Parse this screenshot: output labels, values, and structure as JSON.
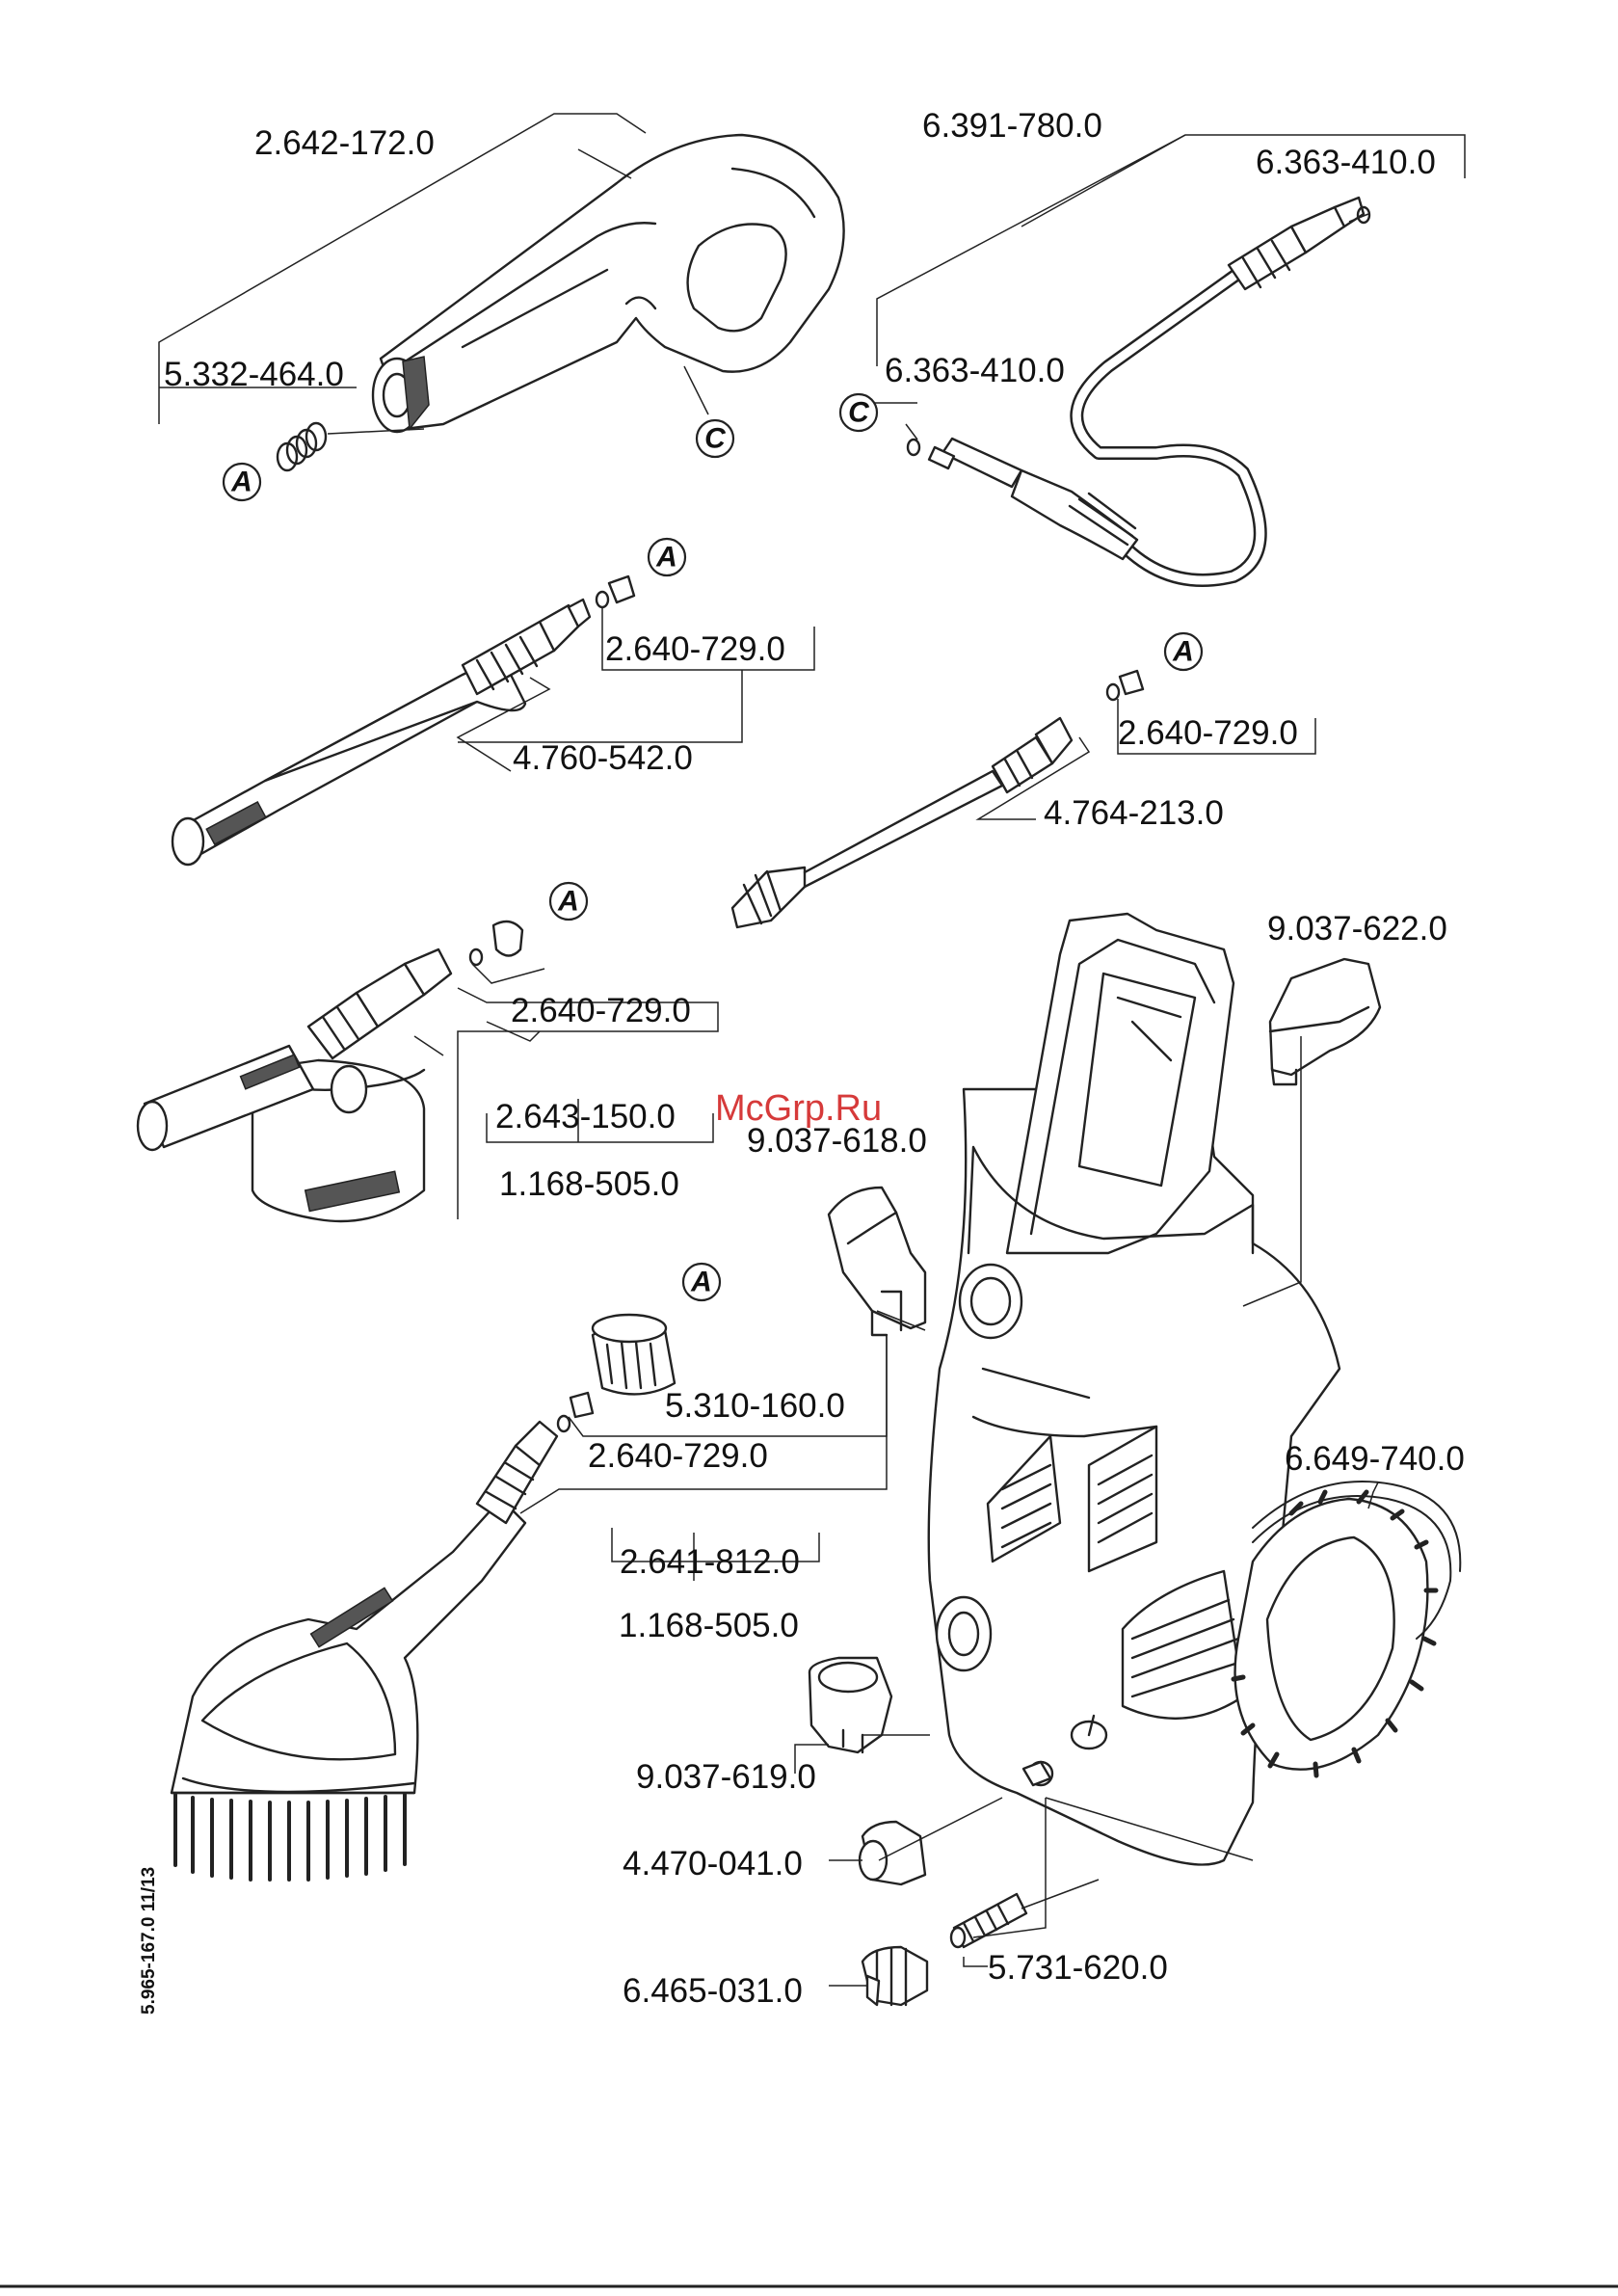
{
  "watermark": "McGrp.Ru",
  "document_code": "5.965-167.0  11/13",
  "labels": {
    "trigger_gun": "2.642-172.0",
    "hose": "6.391-780.0",
    "hose_oring_right": "6.363-410.0",
    "hose_oring_left": "6.363-410.0",
    "gun_spring": "5.332-464.0",
    "vario_nozzle": "2.640-729.0",
    "vario_lance": "4.760-542.0",
    "dirt_nozzle": "2.640-729.0",
    "dirt_lance": "4.764-213.0",
    "foam_nozzle": "2.640-729.0",
    "foam_set": "2.643-150.0",
    "foam_detergent": "1.168-505.0",
    "brush_holder": "9.037-618.0",
    "holder_right": "9.037-622.0",
    "brush_adapter": "5.310-160.0",
    "brush_nozzle": "2.640-729.0",
    "wash_brush": "2.641-812.0",
    "brush_detergent": "1.168-505.0",
    "power_cable": "6.649-740.0",
    "nozzle_holder": "9.037-619.0",
    "water_inlet": "4.470-041.0",
    "filter": "5.731-620.0",
    "coupling": "6.465-031.0"
  },
  "markers": {
    "a1": "A",
    "a2": "A",
    "a3": "A",
    "a4": "A",
    "a5": "A",
    "c1": "C",
    "c2": "C"
  }
}
